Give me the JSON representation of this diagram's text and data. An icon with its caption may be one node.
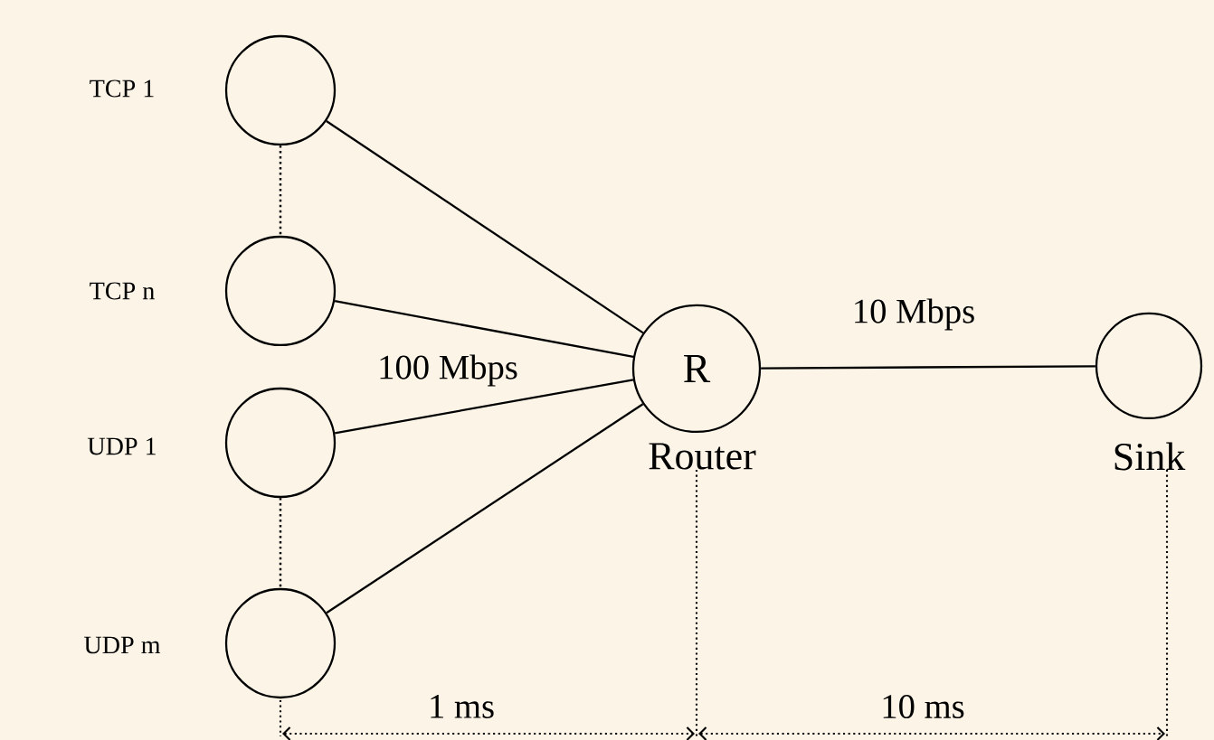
{
  "diagram": {
    "nodes": [
      {
        "text": [],
        "shape": "circle",
        "beside": [
          "TCP 1"
        ]
      },
      {
        "text": [],
        "shape": "circle",
        "beside": [
          "TCP n"
        ]
      },
      {
        "text": [],
        "shape": "circle",
        "beside": [
          "UDP 1"
        ]
      },
      {
        "text": [],
        "shape": "circle",
        "beside": [
          "UDP m"
        ]
      },
      {
        "text": [
          "R"
        ],
        "beside": [
          "Router"
        ]
      },
      {
        "text": [],
        "shape": "circle",
        "beside": [
          "Sink"
        ]
      }
    ],
    "edges": [
      {
        "from": 0,
        "to": 4,
        "arrow": "none"
      },
      {
        "from": 1,
        "to": 4,
        "arrow": "none"
      },
      {
        "from": 2,
        "to": 4,
        "arrow": "none"
      },
      {
        "from": 3,
        "to": 4,
        "arrow": "none"
      },
      {
        "from": 4,
        "to": 5,
        "arrow": "none",
        "label": "10 Mbps"
      },
      {
        "from": 0,
        "to": 1,
        "arrow": "none",
        "style": "dashed"
      },
      {
        "from": 2,
        "to": 3,
        "arrow": "none",
        "style": "dashed"
      }
    ],
    "labels": [
      "100 Mbps",
      "1 ms",
      "10 ms"
    ]
  }
}
